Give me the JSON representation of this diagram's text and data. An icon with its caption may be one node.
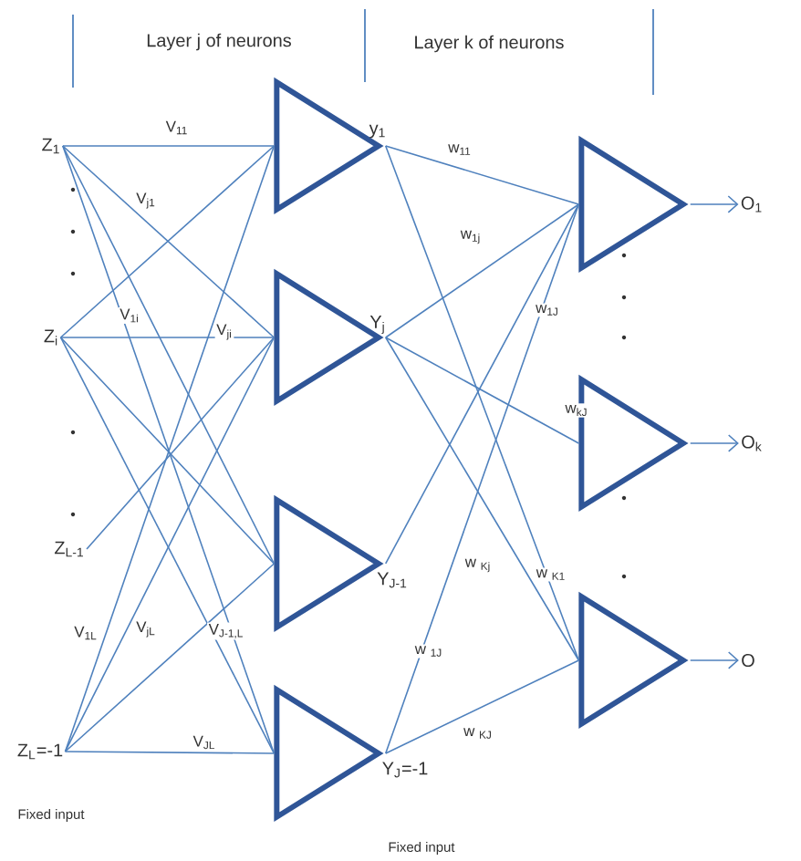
{
  "diagram": {
    "nodes": [
      {
        "text": [
          "Z$_{1}$"
        ]
      },
      {
        "text": [
          "Z$_{i}$"
        ]
      },
      {
        "text": [
          "Z$_{L-1}$"
        ]
      },
      {
        "text": [
          "Z$_{L}$=-1"
        ]
      },
      {
        "text": [],
        "shape": "triangle",
        "beside": [
          "y$_{1}$"
        ]
      },
      {
        "text": [],
        "shape": "triangle",
        "beside": [
          "Y$_{j}$"
        ]
      },
      {
        "text": [],
        "shape": "triangle",
        "beside": [
          "Y$_{J-1}$"
        ]
      },
      {
        "text": [],
        "shape": "triangle",
        "beside": [
          "Y$_{J}$=-1"
        ]
      },
      {
        "text": [],
        "shape": "triangle"
      },
      {
        "text": [],
        "shape": "triangle"
      },
      {
        "text": [],
        "shape": "triangle"
      },
      {
        "text": [
          "O$_{1}$"
        ]
      },
      {
        "text": [
          "O$_{k}$"
        ]
      },
      {
        "text": [
          "O"
        ]
      }
    ],
    "edges": [
      {
        "from": 0,
        "to": 4,
        "arrow": "none",
        "label": "V$_{11}$"
      },
      {
        "from": 0,
        "to": 5,
        "arrow": "none",
        "label": "V$_{j1}$"
      },
      {
        "from": 0,
        "to": 6,
        "arrow": "none"
      },
      {
        "from": 0,
        "to": 7,
        "arrow": "none"
      },
      {
        "from": 1,
        "to": 4,
        "arrow": "none",
        "label": "V$_{1i}$"
      },
      {
        "from": 1,
        "to": 5,
        "arrow": "none",
        "label": "V$_{ji}$"
      },
      {
        "from": 1,
        "to": 6,
        "arrow": "none"
      },
      {
        "from": 1,
        "to": 7,
        "arrow": "none"
      },
      {
        "from": 2,
        "to": 5,
        "arrow": "none"
      },
      {
        "from": 3,
        "to": 4,
        "arrow": "none",
        "label": "V$_{1L}$"
      },
      {
        "from": 3,
        "to": 5,
        "arrow": "none",
        "label": "V$_{jL}$"
      },
      {
        "from": 3,
        "to": 6,
        "arrow": "none",
        "label": "V$_{J-1,L}$"
      },
      {
        "from": 3,
        "to": 7,
        "arrow": "none",
        "label": "V$_{JL}$"
      },
      {
        "from": 4,
        "to": 8,
        "arrow": "none",
        "label": "w$_{11}$"
      },
      {
        "from": 4,
        "to": 10,
        "arrow": "none",
        "label": "w $_{K1}$"
      },
      {
        "from": 5,
        "to": 8,
        "arrow": "none",
        "label": "w$_{1j}$"
      },
      {
        "from": 5,
        "to": 9,
        "arrow": "none",
        "label": "w$_{kJ}$"
      },
      {
        "from": 5,
        "to": 10,
        "arrow": "none",
        "label": "w $_{Kj}$"
      },
      {
        "from": 6,
        "to": 8,
        "arrow": "none",
        "label": "w$_{1J}$"
      },
      {
        "from": 7,
        "to": 8,
        "arrow": "none",
        "label": "w $_{1J}$"
      },
      {
        "from": 7,
        "to": 10,
        "arrow": "none",
        "label": "w $_{KJ}$"
      },
      {
        "from": 8,
        "to": 11,
        "arrow": "to"
      },
      {
        "from": 9,
        "to": 12,
        "arrow": "to"
      },
      {
        "from": 10,
        "to": 13,
        "arrow": "to"
      }
    ],
    "labels": [
      "Layer j of neurons",
      "Layer k of neurons",
      "Fixed input",
      "Fixed input"
    ]
  }
}
